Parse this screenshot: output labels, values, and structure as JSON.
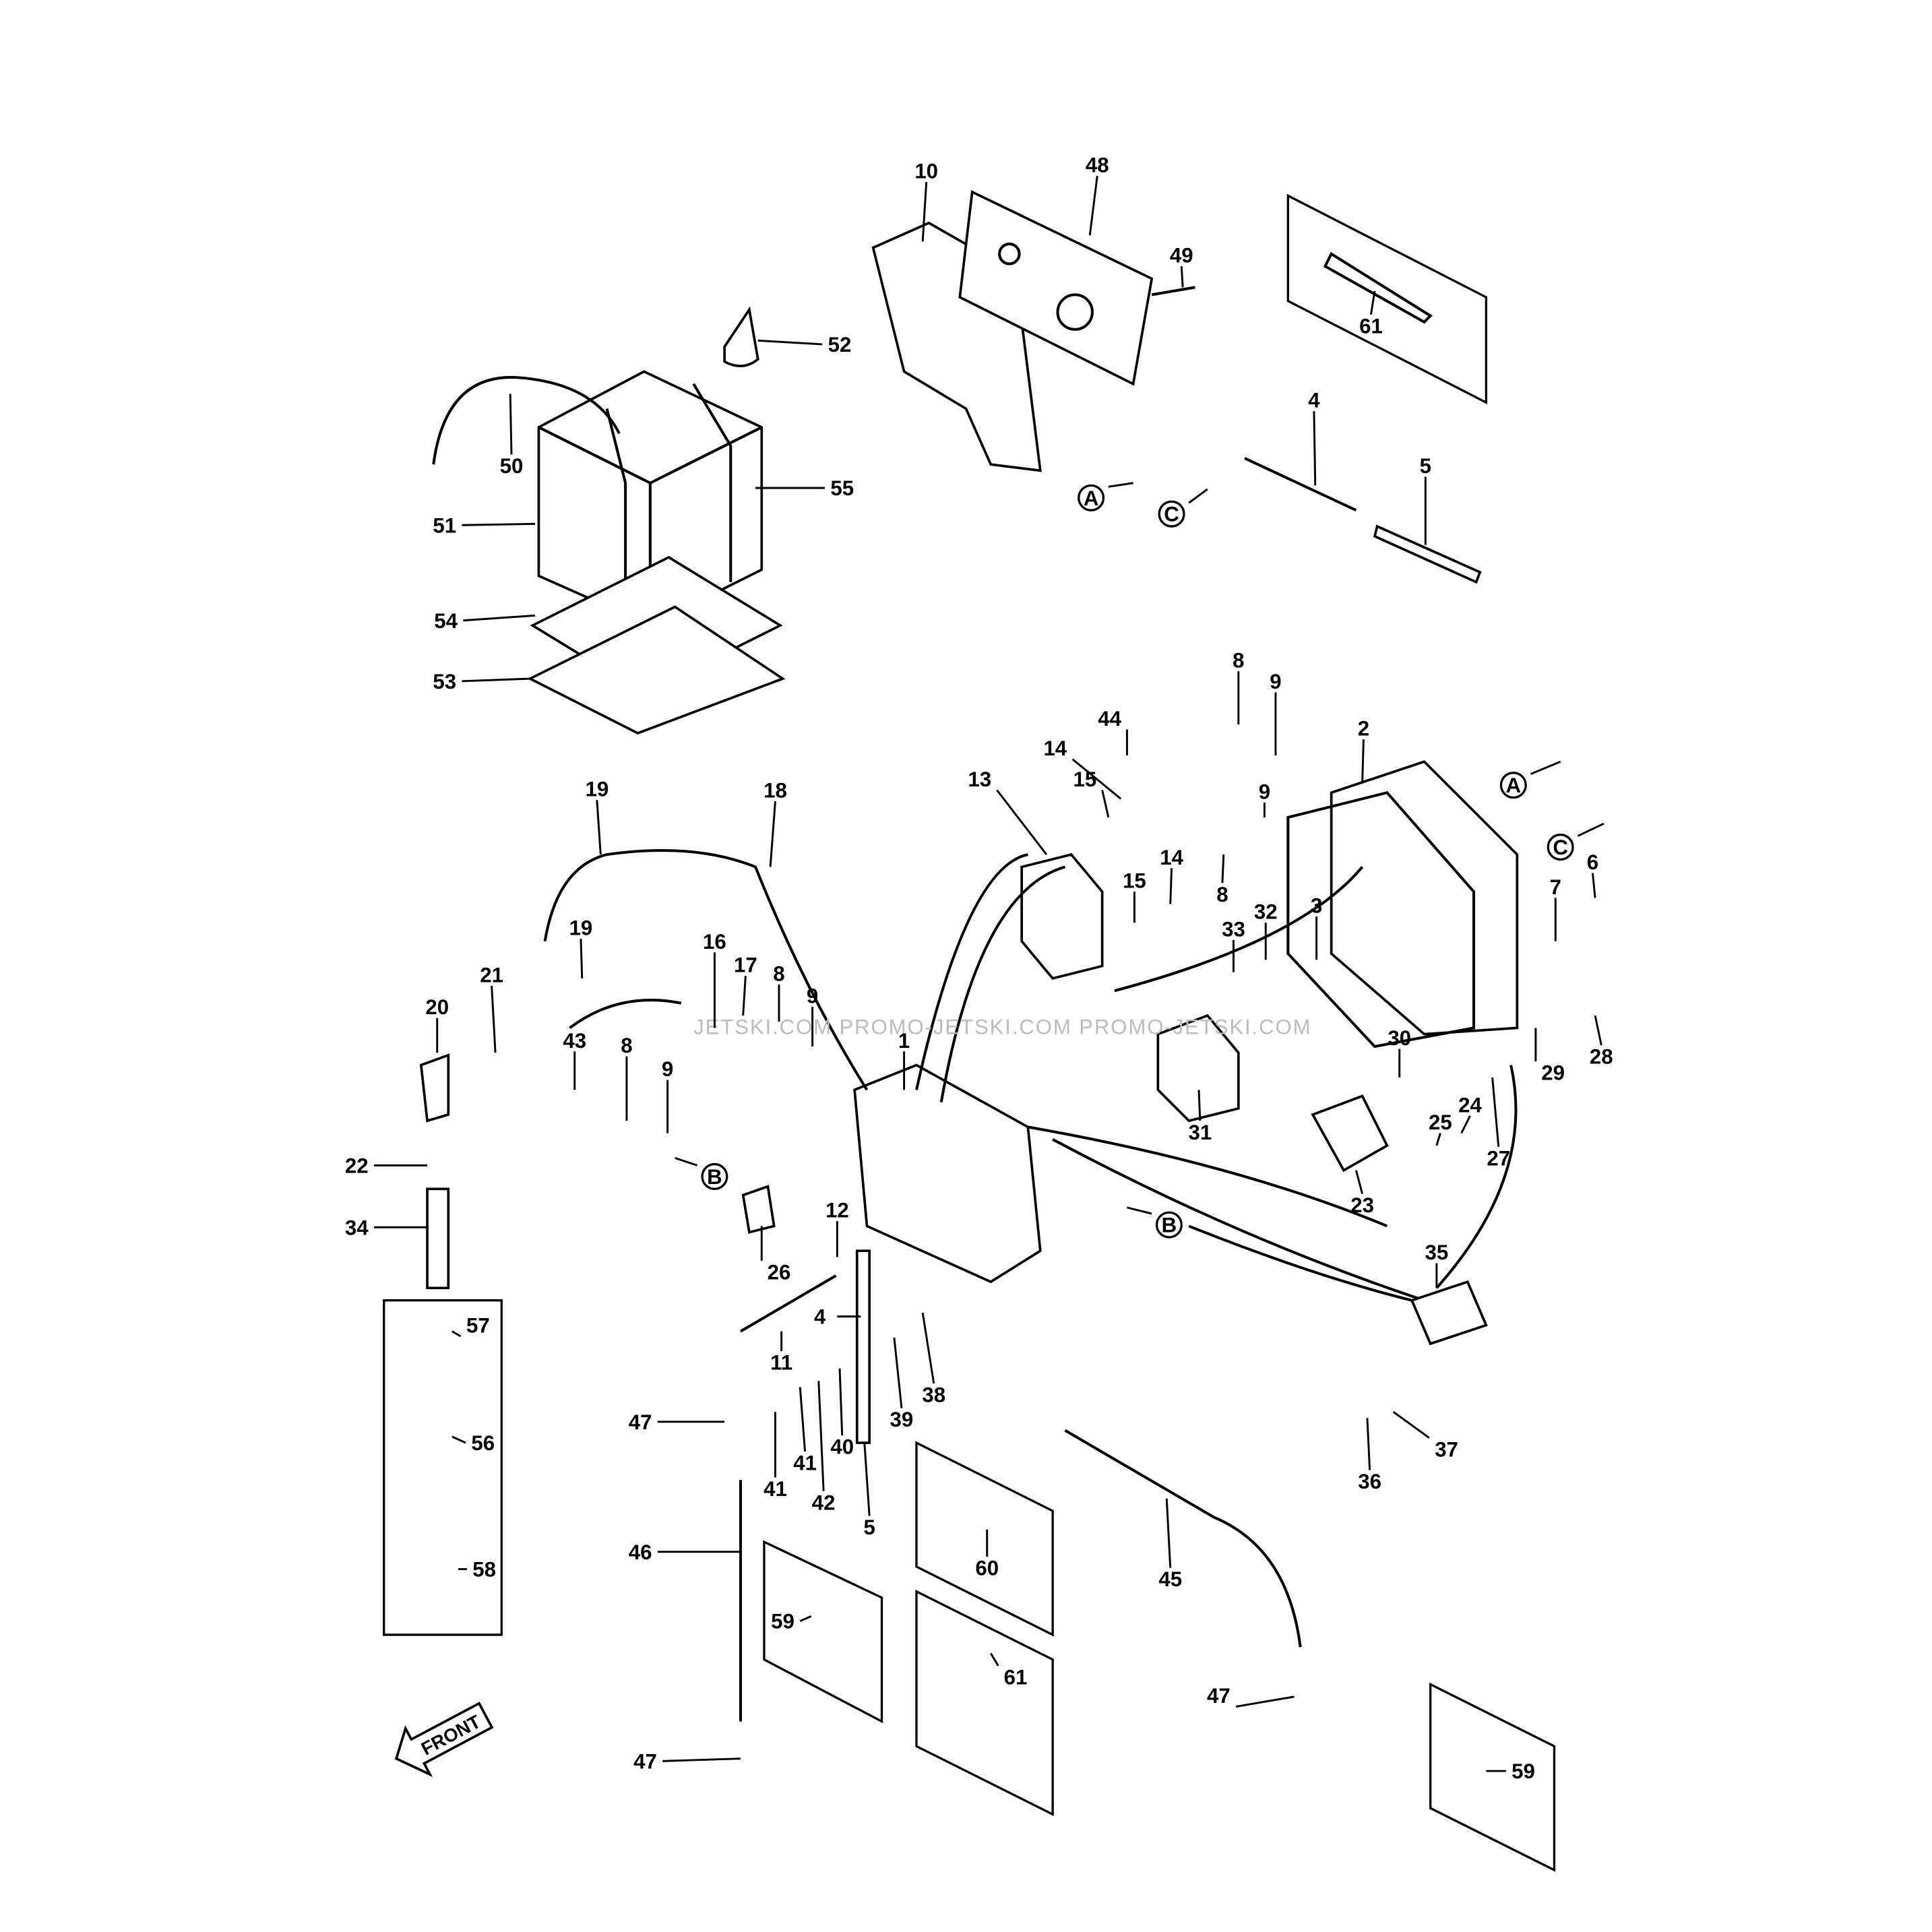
{
  "diagram": {
    "watermark": "JETSKI.COM PROMO-JETSKI.COM PROMO-JETSKI.COM",
    "front_label": "FRONT",
    "callouts": [
      "10",
      "48",
      "49",
      "61",
      "52",
      "50",
      "55",
      "51",
      "4",
      "5",
      "A",
      "C",
      "54",
      "53",
      "8",
      "9",
      "2",
      "44",
      "14",
      "15",
      "13",
      "A",
      "C",
      "6",
      "7",
      "19",
      "18",
      "9",
      "14",
      "15",
      "8",
      "3",
      "33",
      "32",
      "19",
      "16",
      "17",
      "8",
      "9",
      "21",
      "20",
      "43",
      "8",
      "9",
      "28",
      "29",
      "30",
      "31",
      "24",
      "25",
      "27",
      "23",
      "B",
      "B",
      "22",
      "34",
      "26",
      "12",
      "35",
      "4",
      "11",
      "39",
      "38",
      "57",
      "47",
      "41",
      "41",
      "42",
      "40",
      "5",
      "36",
      "37",
      "56",
      "60",
      "46",
      "45",
      "58",
      "59",
      "61",
      "47",
      "47",
      "59",
      "1"
    ]
  }
}
